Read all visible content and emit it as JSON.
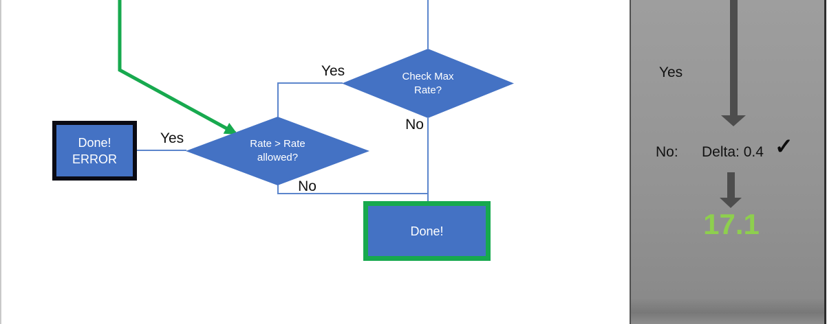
{
  "flowchart": {
    "diamond_check_max": {
      "label": "Check Max\nRate?"
    },
    "diamond_rate_allowed": {
      "label": "Rate > Rate\nallowed?"
    },
    "box_done_error": {
      "label": "Done!\nERROR"
    },
    "box_done": {
      "label": "Done!"
    },
    "edge_labels": {
      "yes_check_max": "Yes",
      "no_check_max": "No",
      "yes_rate_allowed": "Yes",
      "no_rate_allowed": "No"
    }
  },
  "side_panel": {
    "yes_label": "Yes",
    "no_label": "No:",
    "delta_value": "Delta: 0.4",
    "checkmark": "✓",
    "result_value": "17.1"
  },
  "colors": {
    "shape_blue": "#4472C4",
    "connector_blue": "#5B85CC",
    "flow_green": "#17A94E",
    "result_green": "#8ECF4E",
    "arrow_gray": "#4D4D4D",
    "panel_gray": "#949494",
    "error_border_black": "#0B0B14"
  }
}
